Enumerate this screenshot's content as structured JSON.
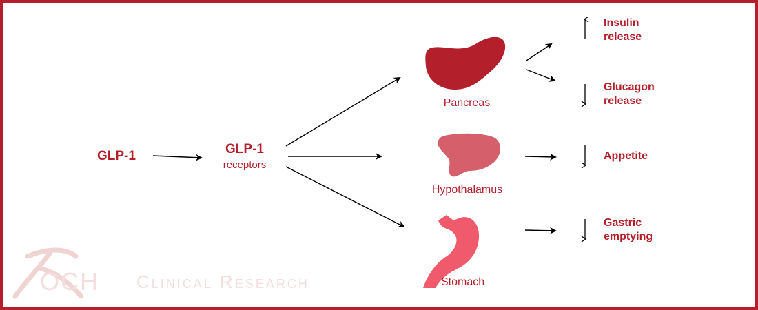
{
  "colors": {
    "border": "#b31f2a",
    "text": "#b31f2a",
    "pancreas": "#b31f2a",
    "hypothalamus": "#d5606c",
    "stomach": "#ef5a6c",
    "arrow": "#000000",
    "watermark": "#f3dede"
  },
  "diagram": {
    "source": "GLP-1",
    "receptor": {
      "line1": "GLP-1",
      "line2": "receptors"
    },
    "targets": [
      {
        "name": "Pancreas",
        "icon": "pancreas-icon",
        "effects": [
          {
            "direction": "up",
            "line1": "Insulin",
            "line2": "release"
          },
          {
            "direction": "down",
            "line1": "Glucagon",
            "line2": "release"
          }
        ]
      },
      {
        "name": "Hypothalamus",
        "icon": "hypothalamus-icon",
        "effects": [
          {
            "direction": "down",
            "line1": "Appetite",
            "line2": ""
          }
        ]
      },
      {
        "name": "Stomach",
        "icon": "stomach-icon",
        "effects": [
          {
            "direction": "down",
            "line1": "Gastric",
            "line2": "emptying"
          }
        ]
      }
    ]
  },
  "watermark": {
    "k": "K",
    "och": "OCH",
    "clinical": "Clinical Research"
  }
}
